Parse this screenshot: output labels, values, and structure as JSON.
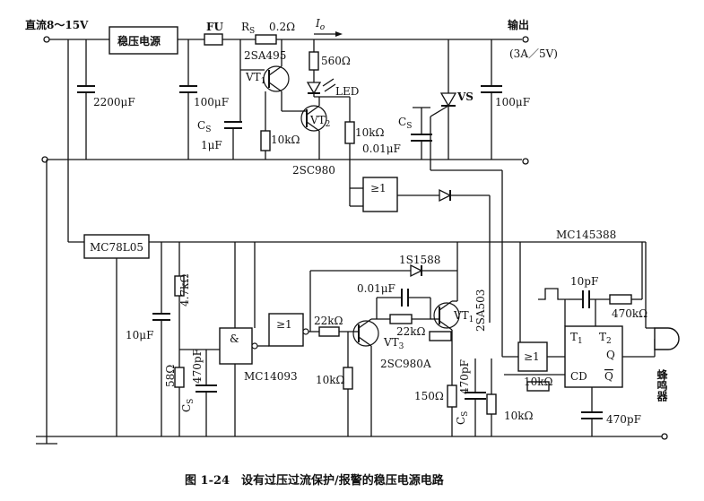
{
  "labels": {
    "input": "直流8～15V",
    "reg_supply": "稳压电源",
    "fu": "FU",
    "rs": "R",
    "rs_sub": "S",
    "rs_val": "0.2Ω",
    "io": "I",
    "io_sub": "o",
    "output": "输出",
    "output_spec": "(3A／5V)",
    "c2200": "2200μF",
    "c100a": "100μF",
    "q_2sa495": "2SA495",
    "vt1": "VT",
    "vt1_sub": "1",
    "cs_left": "C",
    "cs_left_sub": "S",
    "c1u": "1μF",
    "r560": "560Ω",
    "led": "LED",
    "vt2": "VT",
    "vt2_sub": "2",
    "r10k_a": "10kΩ",
    "q_2sc980": "2SC980",
    "r10k_b": "10kΩ",
    "cs_mid": "C",
    "cs_mid_sub": "S",
    "c001a": "0.01μF",
    "vs": "VS",
    "c100b": "100μF",
    "schmitt_a": "≥1",
    "mc78l05": "MC78L05",
    "mc145388": "MC145388",
    "diode_1s1588": "1S1588",
    "r47k": "4.7kΩ",
    "c001b": "0.01μF",
    "c10p_a": "10pF",
    "vt1b": "VT",
    "vt1b_sub": "1",
    "q_2sa503": "2SA503",
    "r22k_a": "22kΩ",
    "r22k_b": "22kΩ",
    "nand": "&",
    "schmitt_b": "≥1",
    "c10u": "10μF",
    "r58": "58Ω",
    "c470p_a": "470pF",
    "cs_bot": "C",
    "cs_bot_sub": "S",
    "mc14093": "MC14093",
    "vt3": "VT",
    "vt3_sub": "3",
    "q_2sc980a": "2SC980A",
    "r10k_c": "10kΩ",
    "r150": "150Ω",
    "c470p_b": "470pF",
    "cs_right": "C",
    "cs_right_sub": "S",
    "r10k_d": "10kΩ",
    "r10k_e": "10kΩ",
    "schmitt_c": "≥1",
    "t1": "T",
    "t1_sub": "1",
    "t2": "T",
    "t2_sub": "2",
    "q_pin": "Q",
    "cd_pin": "CD",
    "qbar_pin": "Q",
    "c470p_c": "470pF",
    "r470k": "470kΩ",
    "buzzer": "蜂鸣器"
  },
  "caption": "图 1-24　设有过压过流保护/报警的稳压电源电路"
}
